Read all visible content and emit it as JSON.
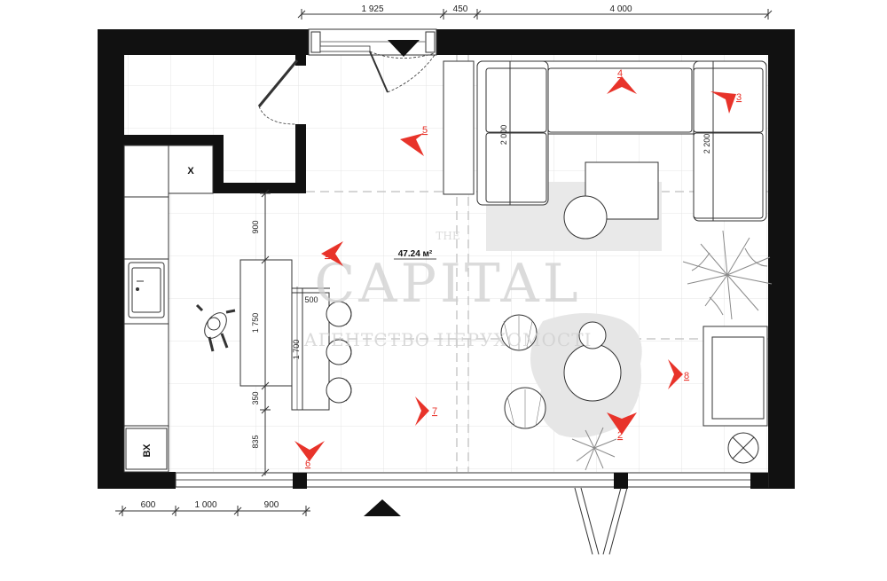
{
  "dimensions": {
    "top": [
      "1 925",
      "450",
      "4 000"
    ],
    "bottom": [
      "600",
      "1 000",
      "900"
    ],
    "island_vertical": [
      "900",
      "1 750",
      "350",
      "835"
    ],
    "bar_length": "1 700",
    "bar_width": "500",
    "sofa_left_depth": "2 000",
    "sofa_right_depth": "2 200"
  },
  "area": "47.24 м²",
  "labels": {
    "wardrobe": "X",
    "ventilation": "ВХ"
  },
  "viewpoints": [
    "1",
    "2",
    "3",
    "4",
    "5",
    "6",
    "7",
    "8"
  ],
  "watermark": {
    "top": "THE",
    "main": "CAPITAL",
    "sub": "АГЕНТСТВО НЕРУХОМОСТІ"
  },
  "colors": {
    "wall": "#111111",
    "marker": "#e8332a",
    "rug": "#e6e6e6",
    "floor_grid": "#e3e3e3"
  }
}
